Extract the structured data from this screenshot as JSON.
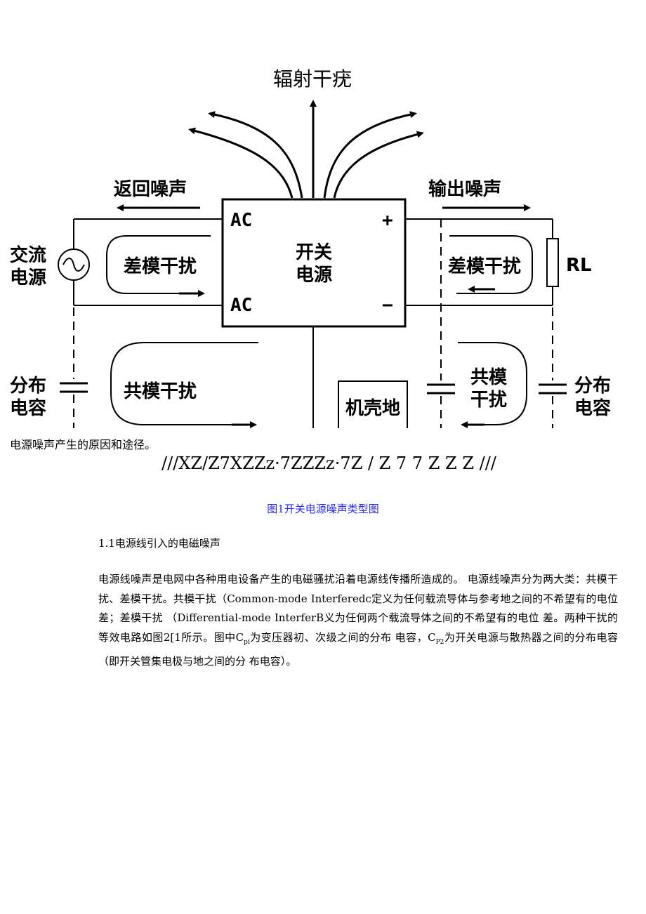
{
  "diagram": {
    "title": "辐射干疣",
    "return_noise": "返回噪声",
    "output_noise": "输出噪声",
    "ac_top": "AC",
    "ac_bottom": "AC",
    "plus": "+",
    "minus": "−",
    "psu_line1": "开关",
    "psu_line2": "电源",
    "ac_source_line1": "交流",
    "ac_source_line2": "电源",
    "dm_left": "差模干扰",
    "dm_right": "差模干扰",
    "cm_left": "共模干扰",
    "cm_right_line1": "共模",
    "cm_right_line2": "干扰",
    "chassis": "机壳地",
    "load": "RL",
    "dist_cap_left_line1": "分布",
    "dist_cap_left_line2": "电容",
    "dist_cap_right_line1": "分布",
    "dist_cap_right_line2": "电容"
  },
  "caption_line": "电源噪声产生的原因和途径。",
  "glyph_line": "///XZ/Z7XZZz·7ZZZz·7Z / Z 7 7 Z Z Z ///",
  "figure_caption": "图1开关电源噪声类型图",
  "section_heading": "1.1电源线引入的电磁噪声",
  "paragraph": {
    "part1": "电源线噪声是电网中各种用电设备产生的电磁骚扰沿着电源线传播所造成的。 电源线噪声分为两大类：共模干扰、差模干扰。共模干扰（Common-mode Interferedc定义为任何载流导体与参考地之间的不希望有的电位差；差模干扰 （Differential-mode InterferB义为任何两个载流导体之间的不希望有的电位 差。两种干扰的等效电路如图2[1所示。图中C",
    "sub1": "pi",
    "part2": "为变压器初、次级之间的分布 电容，C",
    "sub2": "P2",
    "part3": "为开关电源与散热器之间的分布电容（即开关管集电极与地之间的分 布电容）。"
  }
}
